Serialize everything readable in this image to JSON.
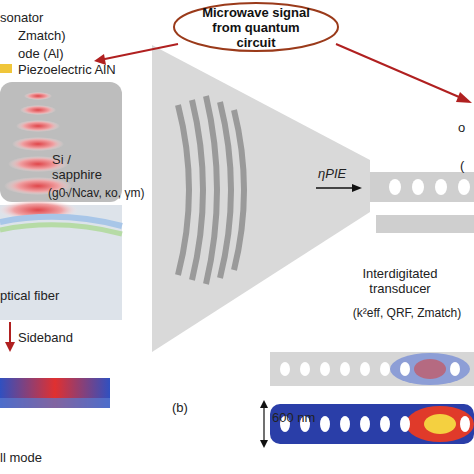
{
  "diagram": {
    "nodes": [
      {
        "text": [
          "Microwave signal from quantum circuit"
        ]
      }
    ],
    "labels": [
      "sonator",
      "Zmatch)",
      "ode (Al)",
      "Piezoelectric AlN",
      "Si / sapphire",
      "(g0√Ncav, κo, γm)",
      "ptical fiber",
      "Sideband",
      "ll mode",
      "(b)",
      "ηPIE",
      "Interdigitated transducer",
      "(k²eff, QRF, Zmatch)",
      "600 nm",
      "o",
      "("
    ]
  }
}
